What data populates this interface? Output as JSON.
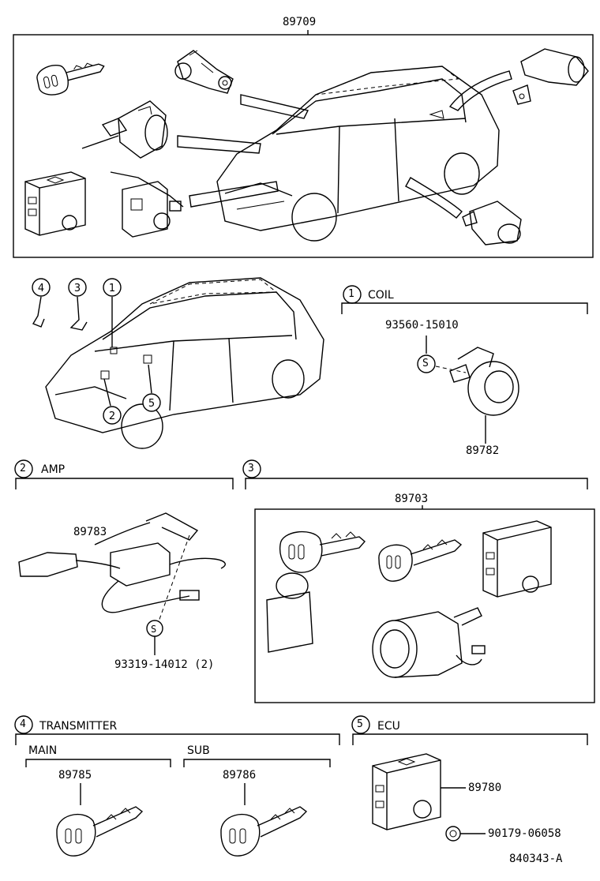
{
  "top": {
    "part": "89709"
  },
  "coil": {
    "num": "1",
    "title": "COIL",
    "screw": "93560-15010",
    "part": "89782",
    "badge": "S"
  },
  "amp": {
    "num": "2",
    "title": "AMP",
    "part": "89783",
    "screw": "93319-14012 (2)",
    "badge": "S"
  },
  "sec3": {
    "num": "3",
    "part": "89703"
  },
  "transmitter": {
    "num": "4",
    "title": "TRANSMITTER",
    "main": {
      "label": "MAIN",
      "part": "89785"
    },
    "sub": {
      "label": "SUB",
      "part": "89786"
    }
  },
  "ecu": {
    "num": "5",
    "title": "ECU",
    "part": "89780",
    "bolt": "90179-06058"
  },
  "car_callouts": [
    "4",
    "3",
    "1",
    "2",
    "5"
  ],
  "ref": "840343-A"
}
